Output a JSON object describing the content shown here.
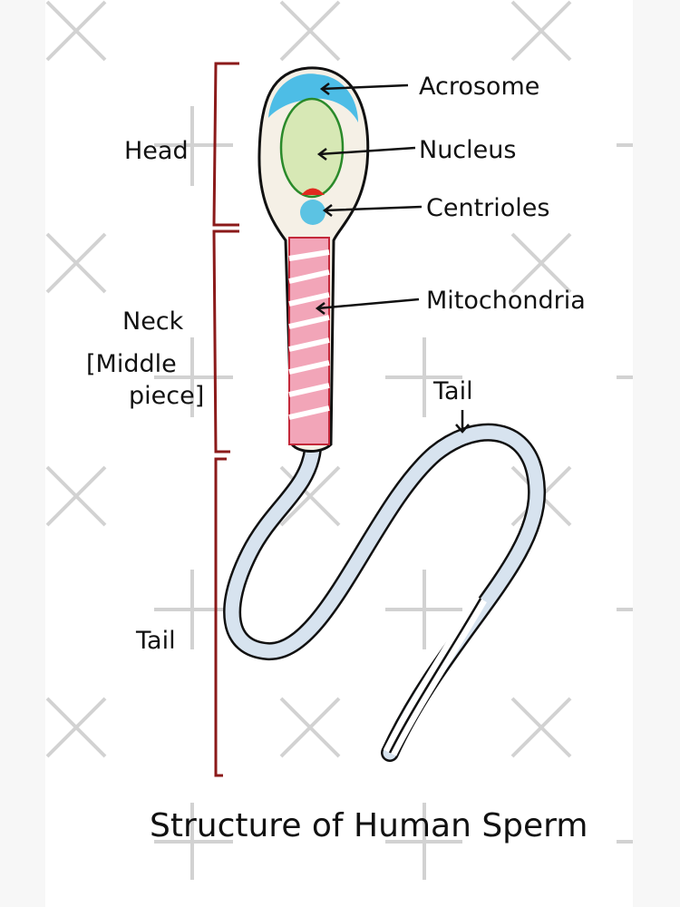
{
  "diagram": {
    "title": "Structure of Human Sperm",
    "region_labels": {
      "head": "Head",
      "neck_line1": "Neck",
      "neck_line2": "[Middle",
      "neck_line3": "piece]",
      "tail": "Tail"
    },
    "part_labels": {
      "acrosome": "Acrosome",
      "nucleus": "Nucleus",
      "centrioles": "Centrioles",
      "mitochondria": "Mitochondria",
      "tail": "Tail"
    },
    "colors": {
      "acrosome": "#4dbde6",
      "nucleus": "#d7e8b5",
      "centriole_red": "#e02a1f",
      "centriole_blue": "#5cc3e3",
      "mitochondria": "#f2a5b8",
      "tail": "#d7e3ef",
      "bracket": "#8b1a1a",
      "watermark": "#c8c8c8"
    }
  }
}
